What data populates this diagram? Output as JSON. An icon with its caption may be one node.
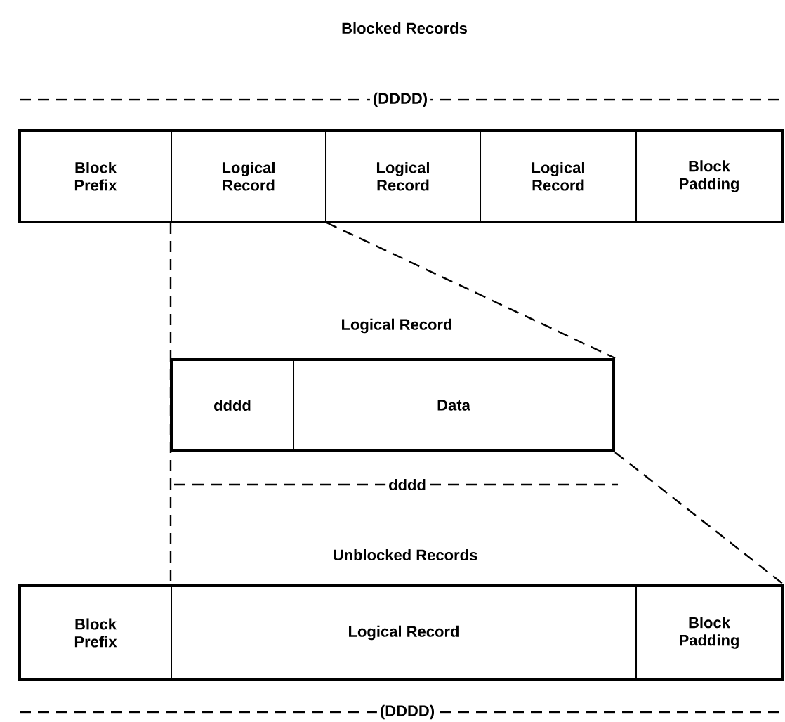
{
  "diagram": {
    "title": "Blocked Records",
    "nodes": [
      {
        "text": [],
        "shape": "box"
      },
      {
        "text": [
          "Block Prefix"
        ],
        "in": 0
      },
      {
        "text": [
          "Logical Record"
        ],
        "in": 0
      },
      {
        "text": [
          "Logical Record"
        ],
        "in": 0
      },
      {
        "text": [
          "Logical Record"
        ],
        "in": 0
      },
      {
        "text": [
          "Block Padding"
        ],
        "in": 0
      },
      {
        "text": [
          "Logical Record"
        ]
      },
      {
        "text": [
          "dddd"
        ],
        "in": 6
      },
      {
        "text": [
          "Data"
        ],
        "in": 6
      },
      {
        "text": [
          "Unblocked Records"
        ]
      },
      {
        "text": [
          "Block Prefix"
        ],
        "in": 9
      },
      {
        "text": [
          "Logical Record"
        ],
        "in": 9
      },
      {
        "text": [
          "Block Padding"
        ],
        "in": 9
      }
    ],
    "edges": [
      {
        "from": 2,
        "to": 11,
        "arrow": "none",
        "style": "dashed"
      },
      {
        "from": 2,
        "to": 6,
        "arrow": "none",
        "style": "dashed"
      },
      {
        "from": 6,
        "to": 9,
        "arrow": "none",
        "style": "dashed"
      }
    ],
    "labels": [
      "(DDDD)",
      "dddd",
      "(DDDD)"
    ]
  }
}
